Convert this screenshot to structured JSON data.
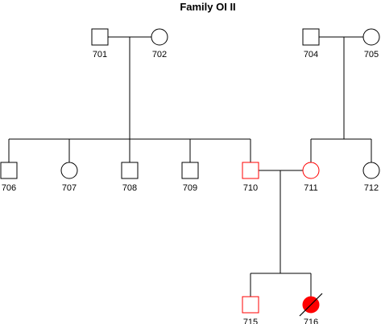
{
  "title": "Family OI II",
  "colors": {
    "line": "#000000",
    "highlight": "#ff0000",
    "affected_fill": "#ff0000",
    "text": "#000000"
  },
  "individuals": [
    {
      "id": "701",
      "sex": "male",
      "highlighted": false,
      "affected": false,
      "deceased": false
    },
    {
      "id": "702",
      "sex": "female",
      "highlighted": false,
      "affected": false,
      "deceased": false
    },
    {
      "id": "704",
      "sex": "male",
      "highlighted": false,
      "affected": false,
      "deceased": false
    },
    {
      "id": "705",
      "sex": "female",
      "highlighted": false,
      "affected": false,
      "deceased": false
    },
    {
      "id": "706",
      "sex": "male",
      "highlighted": false,
      "affected": false,
      "deceased": false
    },
    {
      "id": "707",
      "sex": "female",
      "highlighted": false,
      "affected": false,
      "deceased": false
    },
    {
      "id": "708",
      "sex": "male",
      "highlighted": false,
      "affected": false,
      "deceased": false
    },
    {
      "id": "709",
      "sex": "male",
      "highlighted": false,
      "affected": false,
      "deceased": false
    },
    {
      "id": "710",
      "sex": "male",
      "highlighted": true,
      "affected": false,
      "deceased": false
    },
    {
      "id": "711",
      "sex": "female",
      "highlighted": true,
      "affected": false,
      "deceased": false
    },
    {
      "id": "712",
      "sex": "female",
      "highlighted": false,
      "affected": false,
      "deceased": false
    },
    {
      "id": "715",
      "sex": "male",
      "highlighted": true,
      "affected": false,
      "deceased": false
    },
    {
      "id": "716",
      "sex": "female",
      "highlighted": true,
      "affected": true,
      "deceased": true
    }
  ]
}
